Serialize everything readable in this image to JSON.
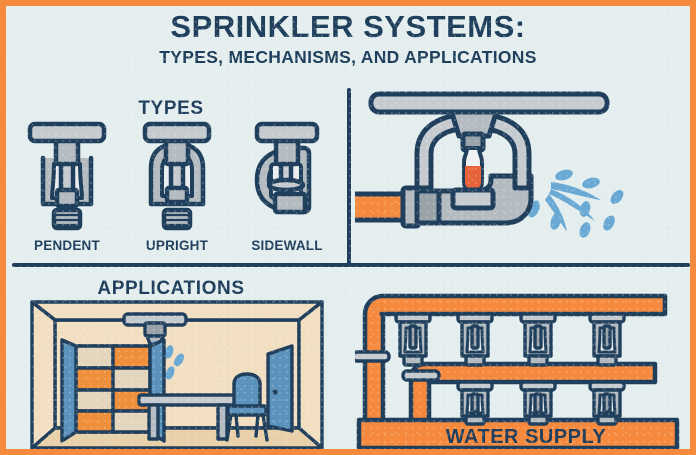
{
  "title": {
    "main": "SPRINKLER SYSTEMS:",
    "sub": "TYPES, MECHANISMS, AND APPLICATIONS"
  },
  "sections": {
    "types_label": "TYPES",
    "applications_label": "APPLICATIONS"
  },
  "types": [
    {
      "label": "PENDENT",
      "icon": "pendent-sprinkler-icon"
    },
    {
      "label": "UPRIGHT",
      "icon": "upright-sprinkler-icon"
    },
    {
      "label": "SIDEWALL",
      "icon": "sidewall-sprinkler-icon"
    }
  ],
  "mechanism": {
    "icon": "sprinkler-head-spraying-icon",
    "parts": {
      "ceiling_plate": "deflector-plate",
      "bulb": "thermal-glass-bulb",
      "pipe": "supply-pipe",
      "spray": "water-spray"
    }
  },
  "applications": {
    "icon": "room-with-ceiling-sprinkler-icon",
    "objects": [
      "bookshelf",
      "table",
      "chair",
      "door",
      "ceiling-sprinkler",
      "water-spray"
    ]
  },
  "water_supply": {
    "label": "WATER SUPPLY",
    "branches": [
      {
        "name": "upper-branch-line",
        "sprinkler_count": 4
      },
      {
        "name": "lower-branch-line",
        "sprinkler_count": 3
      }
    ]
  },
  "colors": {
    "background": "#e4eeee",
    "frame_orange": "#f58a3f",
    "navy": "#1f3f5c",
    "metal_light": "#d3d7da",
    "metal_mid": "#b4bcc1",
    "metal_dark": "#9aa3a9",
    "water_blue": "#6aa9d4",
    "wall_tan": "#f2dfc2",
    "floor_tan": "#e8d0a9",
    "furniture_blue": "#5b93bc",
    "box_orange": "#ef8f3c",
    "bulb_orange": "#e8633a"
  }
}
